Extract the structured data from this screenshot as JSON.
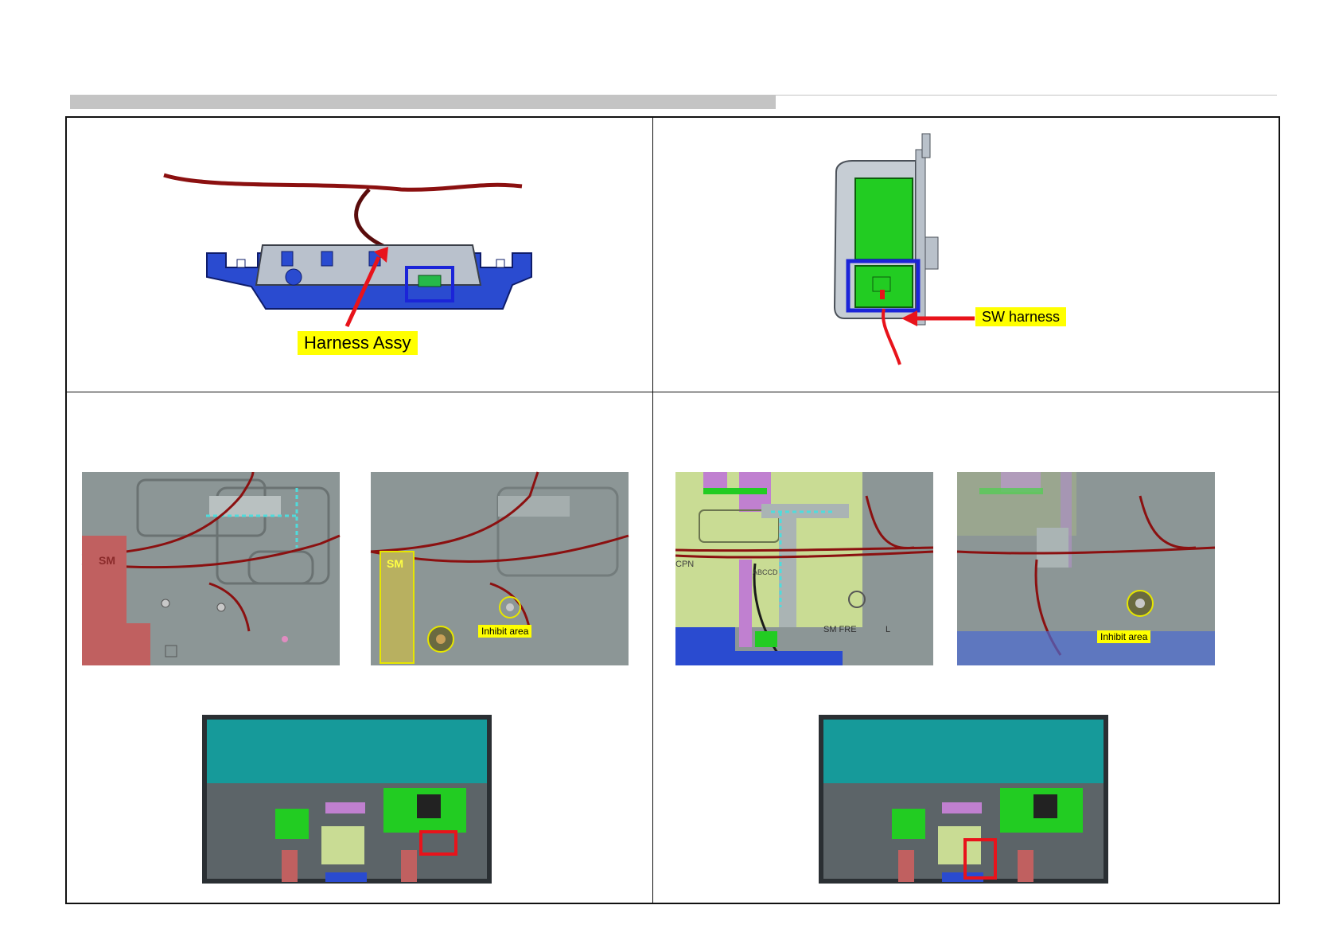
{
  "labels": {
    "harness_assy": "Harness Assy",
    "sw_harness": "SW harness",
    "inhibit_area_left": "Inhibit area",
    "inhibit_area_right": "Inhibit area",
    "sm_left": "SM",
    "sm_mid": "SM",
    "cpn": "CPN",
    "abcd": "ABCCD",
    "sm_fre": "SM  FRE",
    "l_mark": "L"
  },
  "colors": {
    "harness": "#8b1010",
    "callout": "#e8131b",
    "highlight_blue": "#1b24d8",
    "highlight_red": "#e8131b",
    "label_bg": "#ffff00",
    "pcb_green": "#22cc22",
    "chassis_blue": "#2a4bd0",
    "panel_teal": "#169a9a"
  }
}
